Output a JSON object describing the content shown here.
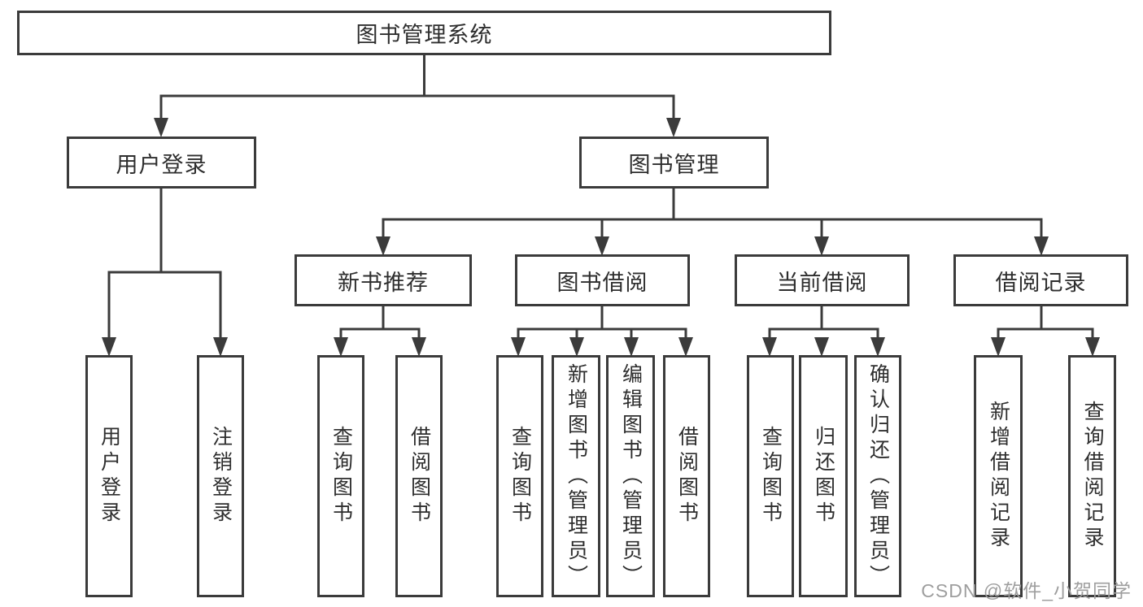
{
  "colors": {
    "background": "#ffffff",
    "line": "#3b3b3b",
    "text": "#2e2e2e",
    "watermark": "#9e9e9e"
  },
  "diagram": {
    "root": {
      "label": "图书管理系统"
    },
    "level2": [
      {
        "label": "用户登录"
      },
      {
        "label": "图书管理"
      }
    ],
    "level3": [
      {
        "label": "新书推荐"
      },
      {
        "label": "图书借阅"
      },
      {
        "label": "当前借阅"
      },
      {
        "label": "借阅记录"
      }
    ],
    "leaves": {
      "login": [
        {
          "label": "用户登录"
        },
        {
          "label": "注销登录"
        }
      ],
      "newbook": [
        {
          "label": "查询图书"
        },
        {
          "label": "借阅图书"
        }
      ],
      "borrow": [
        {
          "label": "查询图书"
        },
        {
          "label": "新增图书（管理员）"
        },
        {
          "label": "编辑图书（管理员）"
        },
        {
          "label": "借阅图书"
        }
      ],
      "current": [
        {
          "label": "查询图书"
        },
        {
          "label": "归还图书"
        },
        {
          "label": "确认归还（管理员）"
        }
      ],
      "records": [
        {
          "label": "新增借阅记录"
        },
        {
          "label": "查询借阅记录"
        }
      ]
    }
  },
  "watermark": "CSDN @软件_小贺同学"
}
